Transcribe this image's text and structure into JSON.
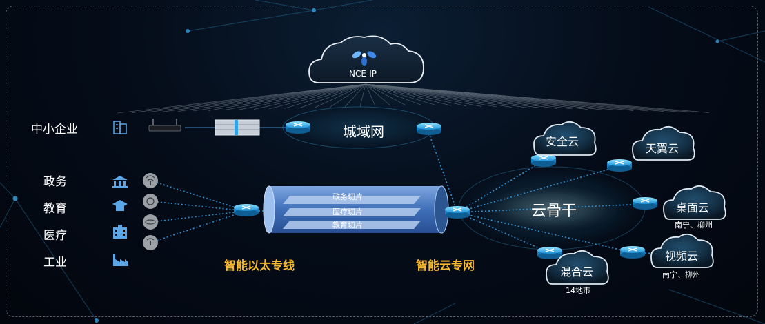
{
  "controller": {
    "label": "NCE-IP"
  },
  "metro": {
    "label": "城域网"
  },
  "backbone": {
    "label": "云骨干"
  },
  "sme": {
    "label": "中小企业"
  },
  "sectors": [
    {
      "label": "政务",
      "icon": "government-building-icon"
    },
    {
      "label": "教育",
      "icon": "graduation-cap-icon"
    },
    {
      "label": "医疗",
      "icon": "hospital-icon"
    },
    {
      "label": "工业",
      "icon": "factory-icon"
    }
  ],
  "pipe_slices": [
    "政务切片",
    "医疗切片",
    "教育切片"
  ],
  "captions": {
    "ethernet": "智能以太专线",
    "cloud_net": "智能云专网"
  },
  "clouds": {
    "security": {
      "label": "安全云"
    },
    "tianyi": {
      "label": "天翼云"
    },
    "desktop": {
      "label": "桌面云",
      "sub": "南宁、柳州"
    },
    "video": {
      "label": "视频云",
      "sub": "南宁、柳州"
    },
    "hybrid": {
      "label": "混合云",
      "sub": "14地市"
    }
  },
  "colors": {
    "accent_blue": "#1e90d6",
    "caption_gold": "#f5b82e",
    "link_dots": "#2f8fd0"
  }
}
